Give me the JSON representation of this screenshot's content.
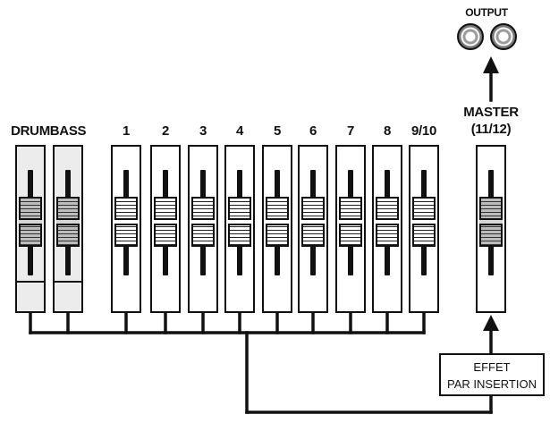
{
  "channels": [
    {
      "id": "drum",
      "label": "DRUM"
    },
    {
      "id": "bass",
      "label": "BASS"
    },
    {
      "id": "ch1",
      "label": "1"
    },
    {
      "id": "ch2",
      "label": "2"
    },
    {
      "id": "ch3",
      "label": "3"
    },
    {
      "id": "ch4",
      "label": "4"
    },
    {
      "id": "ch5",
      "label": "5"
    },
    {
      "id": "ch6",
      "label": "6"
    },
    {
      "id": "ch7",
      "label": "7"
    },
    {
      "id": "ch8",
      "label": "8"
    },
    {
      "id": "ch910",
      "label": "9/10"
    }
  ],
  "master": {
    "line1": "MASTER",
    "line2": "(11/12)"
  },
  "output": {
    "label": "OUTPUT"
  },
  "effect": {
    "line1": "EFFET",
    "line2": "PAR INSERTION"
  },
  "colors": {
    "line": "#111111",
    "knob_dark": "#bdbdbd",
    "background": "#ffffff"
  }
}
